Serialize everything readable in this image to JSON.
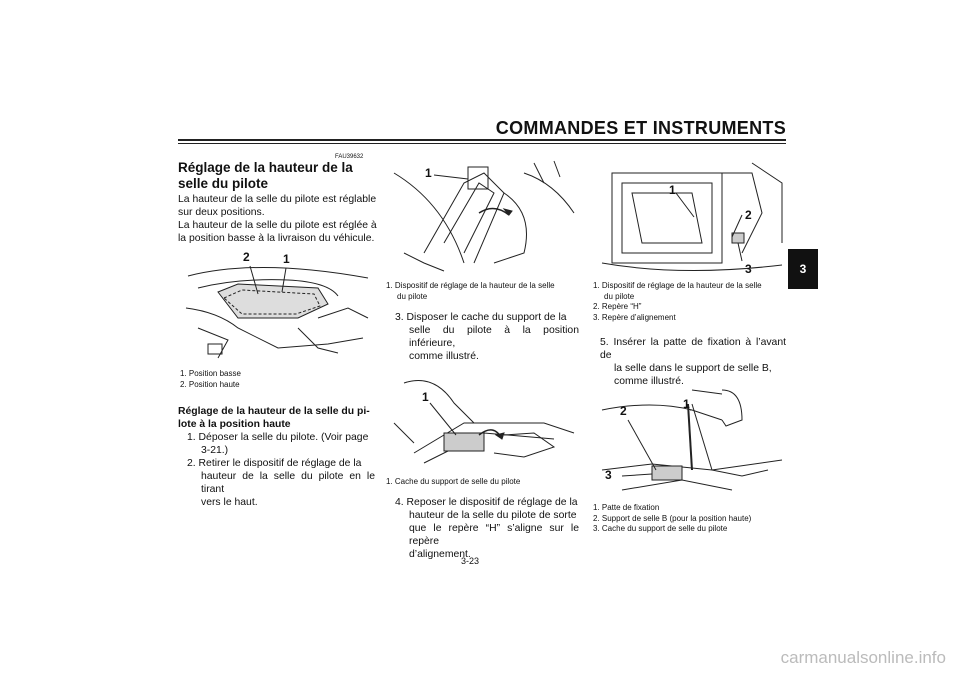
{
  "header": {
    "title": "COMMANDES ET INSTRUMENTS",
    "tab": "3"
  },
  "col1": {
    "code": "FAU39632",
    "title": "Réglage de la hauteur de la selle du pilote",
    "intro_lines": [
      "La hauteur de la selle du pilote est réglable",
      "sur deux positions.",
      "La hauteur de la selle du pilote est réglée à",
      "la position basse à la livraison du véhicule."
    ],
    "fig_labels": [
      "2",
      "1"
    ],
    "captions": [
      "1.  Position basse",
      "2.  Position haute"
    ],
    "subhead_lines": [
      "Réglage de la hauteur de la selle du pi-",
      "lote à la position haute"
    ],
    "steps": [
      [
        "1.  Déposer la selle du pilote. (Voir page",
        "3-21.)"
      ],
      [
        "2.  Retirer le dispositif de réglage de la",
        "hauteur de la selle du pilote en le tirant",
        "vers le haut."
      ]
    ]
  },
  "col2": {
    "fig1_label": "1",
    "fig1_captions": [
      "1.  Dispositif de réglage de la hauteur de la selle",
      "du pilote"
    ],
    "step3": [
      "3.  Disposer le cache du support de la",
      "selle du pilote à la position inférieure,",
      "comme illustré."
    ],
    "fig2_label": "1",
    "fig2_caption": "1.  Cache du support de selle du pilote",
    "step4": [
      "4.  Reposer le dispositif de réglage de la",
      "hauteur de la selle du pilote de sorte",
      "que le repère “H” s’aligne sur le repère",
      "d’alignement."
    ]
  },
  "col3": {
    "fig1_labels": [
      "1",
      "2",
      "3"
    ],
    "fig1_captions": [
      "1.  Dispositif de réglage de la hauteur de la selle",
      "du pilote",
      "2.  Repère “H”",
      "3.  Repère d’alignement"
    ],
    "step5": [
      "5.  Insérer la patte de fixation à l’avant de",
      "la selle dans le support de selle B,",
      "comme illustré."
    ],
    "fig2_labels": [
      "2",
      "1",
      "3"
    ],
    "fig2_captions": [
      "1.  Patte de fixation",
      "2.  Support de selle B (pour la position haute)",
      "3.  Cache du support de selle du pilote"
    ]
  },
  "footer": {
    "page": "3-23"
  },
  "watermark": "carmanualsonline.info"
}
